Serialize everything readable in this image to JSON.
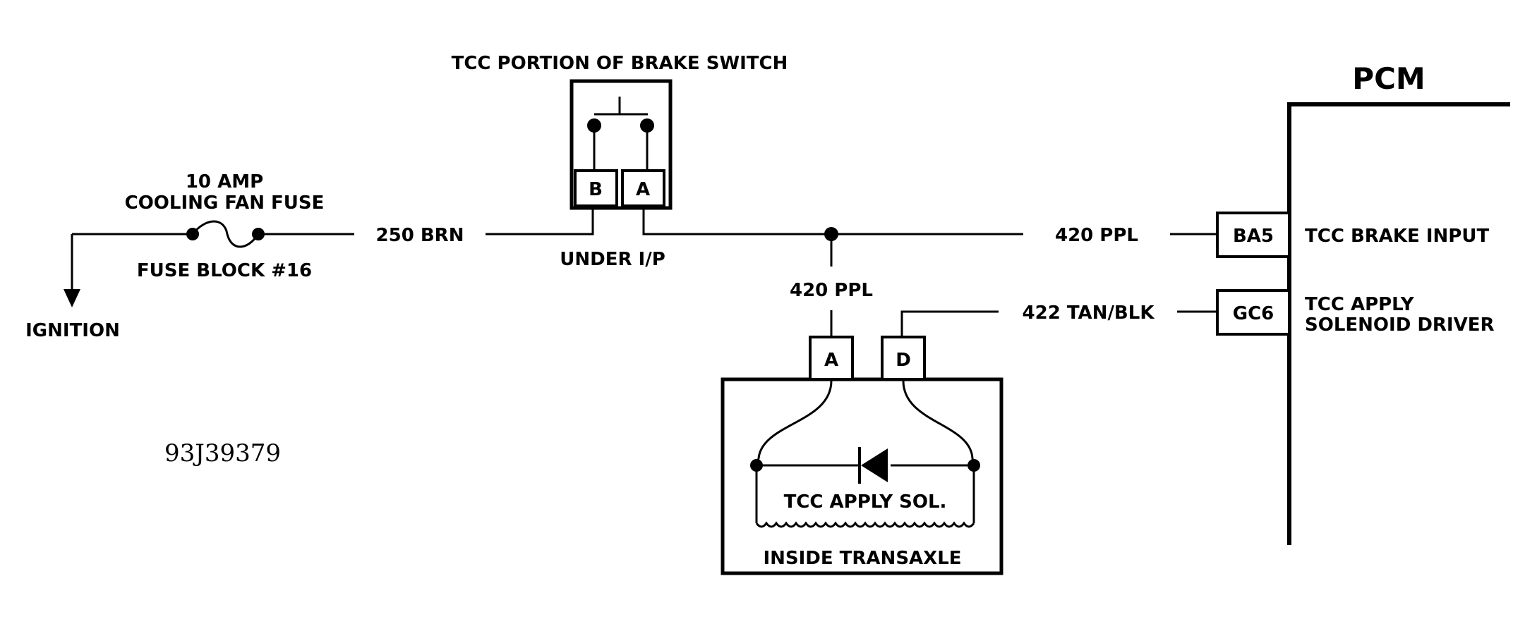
{
  "labels": {
    "switch_title": "TCC PORTION OF BRAKE SWITCH",
    "fuse_line1": "10 AMP",
    "fuse_line2": "COOLING FAN FUSE",
    "fuse_block": "FUSE BLOCK #16",
    "ignition": "IGNITION",
    "wire_250": "250 BRN",
    "under_ip": "UNDER I/P",
    "wire_420_main": "420 PPL",
    "wire_420_drop": "420 PPL",
    "wire_422": "422 TAN/BLK",
    "pcm": "PCM",
    "pin_ba5": "BA5",
    "tcc_brake_input": "TCC BRAKE INPUT",
    "pin_gc6": "GC6",
    "tcc_apply_line1": "TCC APPLY",
    "tcc_apply_line2": "SOLENOID DRIVER",
    "switch_pin_b": "B",
    "switch_pin_a": "A",
    "trans_pin_a": "A",
    "trans_pin_d": "D",
    "solenoid": "TCC APPLY SOL.",
    "inside_transaxle": "INSIDE TRANSAXLE",
    "diagram_id": "93J39379"
  }
}
